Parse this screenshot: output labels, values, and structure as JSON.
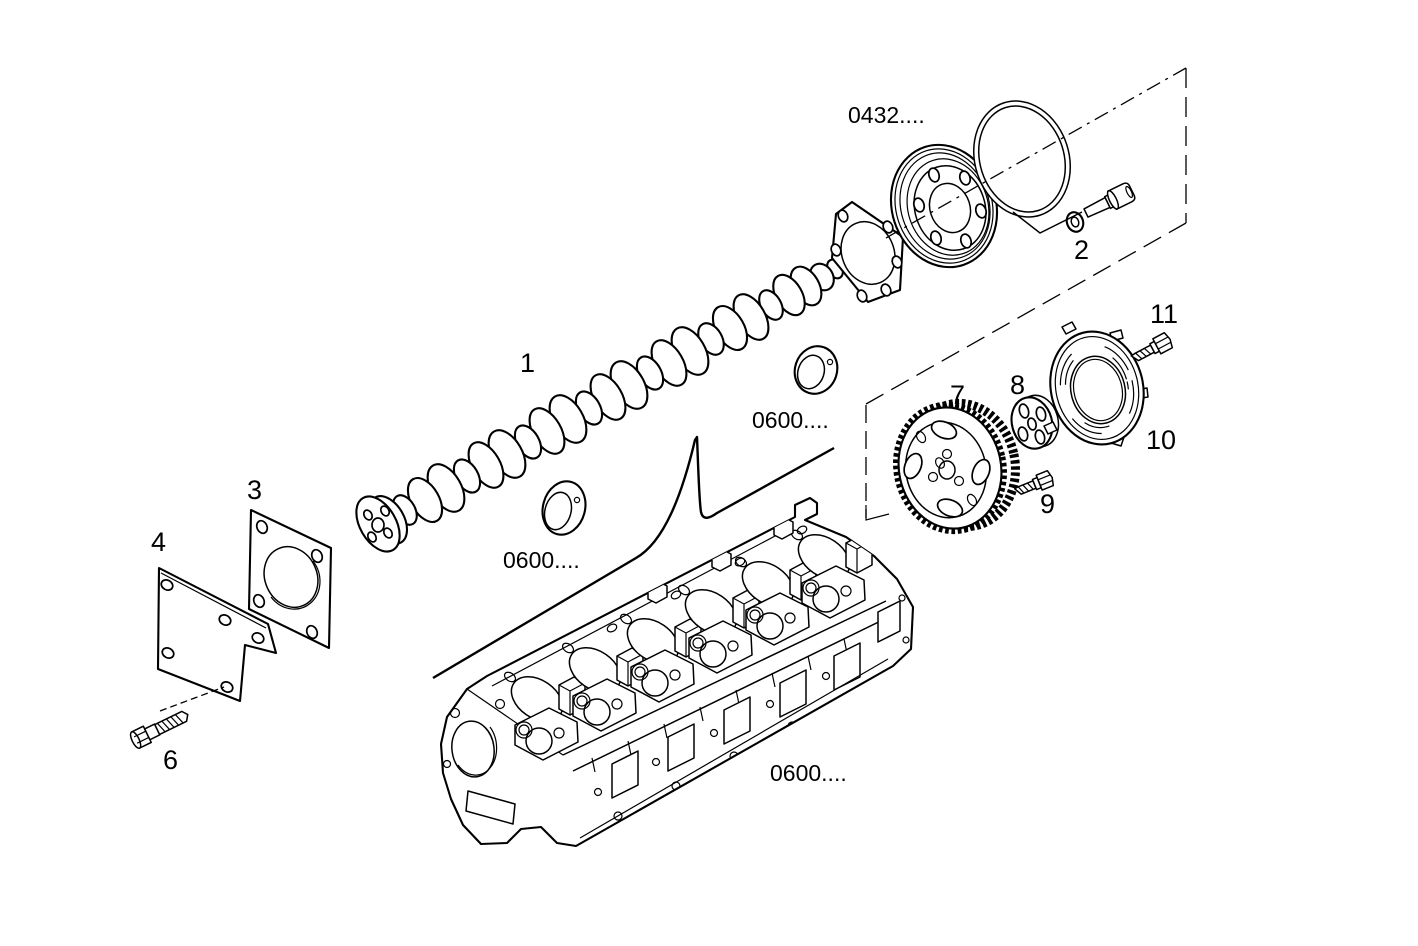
{
  "page": {
    "background": "#ffffff",
    "line_color": "#000000"
  },
  "callouts": [
    {
      "label": "1"
    },
    {
      "label": "2"
    },
    {
      "label": "3"
    },
    {
      "label": "4"
    },
    {
      "label": "6"
    },
    {
      "label": "7"
    },
    {
      "label": "8"
    },
    {
      "label": "9"
    },
    {
      "label": "10"
    },
    {
      "label": "11"
    }
  ],
  "codes": [
    {
      "label": "0432...."
    },
    {
      "label": "0600...."
    },
    {
      "label": "0600...."
    },
    {
      "label": "0600...."
    }
  ]
}
